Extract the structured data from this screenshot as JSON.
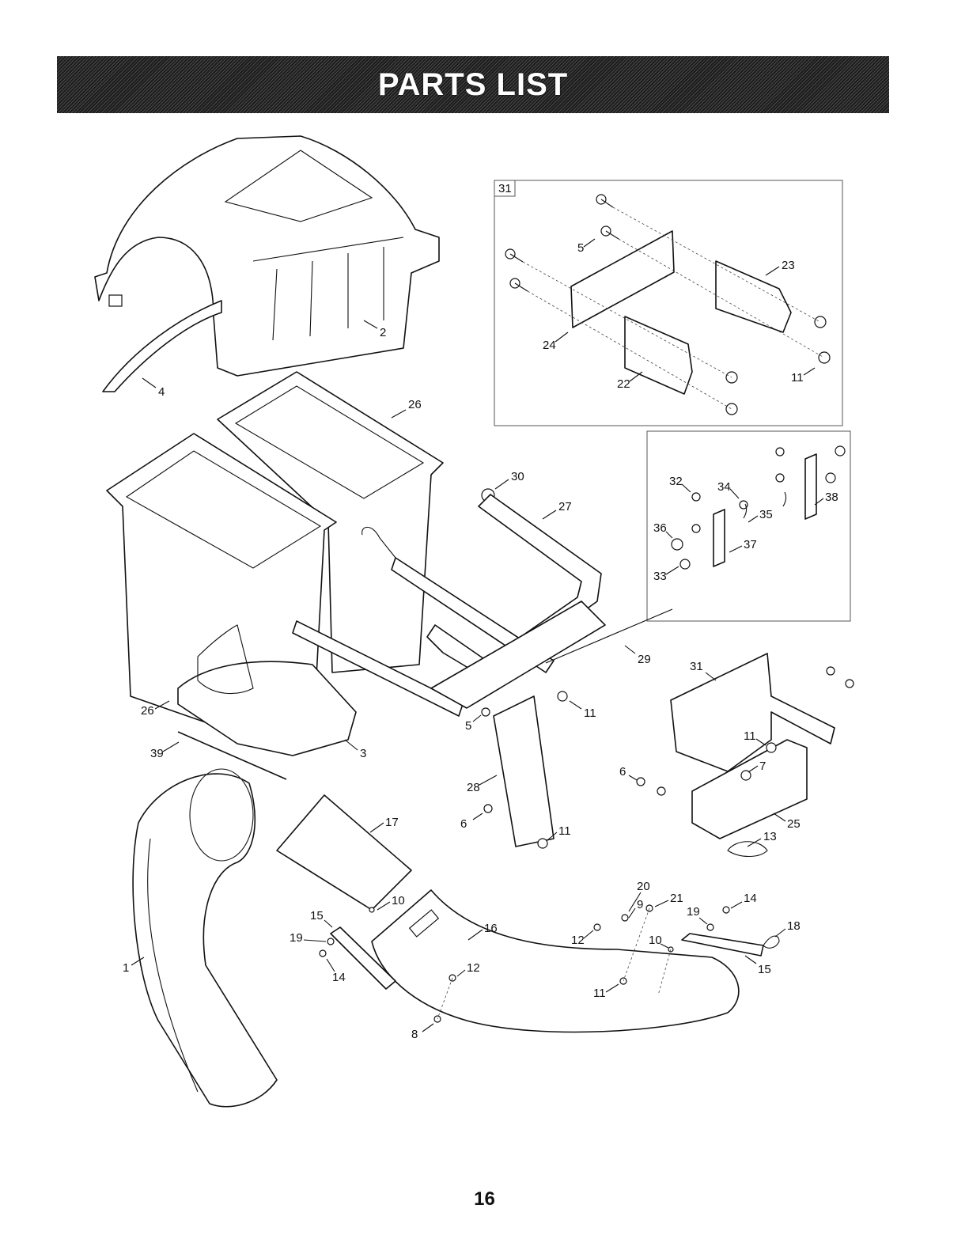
{
  "header": {
    "title": "PARTS LIST"
  },
  "footer": {
    "page_number": "16"
  },
  "inset_a": {
    "label": "31"
  },
  "callouts": {
    "c1": "1",
    "c2": "2",
    "c3": "3",
    "c4": "4",
    "c5a": "5",
    "c5b": "5",
    "c6a": "6",
    "c6b": "6",
    "c7": "7",
    "c8": "8",
    "c9": "9",
    "c10a": "10",
    "c10b": "10",
    "c11a": "11",
    "c11b": "11",
    "c11c": "11",
    "c11d": "11",
    "c11e": "11",
    "c12a": "12",
    "c12b": "12",
    "c13": "13",
    "c14a": "14",
    "c14b": "14",
    "c15a": "15",
    "c15b": "15",
    "c16": "16",
    "c17": "17",
    "c18": "18",
    "c19a": "19",
    "c19b": "19",
    "c20": "20",
    "c21": "21",
    "c22": "22",
    "c23": "23",
    "c24": "24",
    "c25": "25",
    "c26a": "26",
    "c26b": "26",
    "c27": "27",
    "c28": "28",
    "c29": "29",
    "c30": "30",
    "c31": "31",
    "c32": "32",
    "c33": "33",
    "c34": "34",
    "c35": "35",
    "c36": "36",
    "c37": "37",
    "c38": "38",
    "c39": "39"
  }
}
